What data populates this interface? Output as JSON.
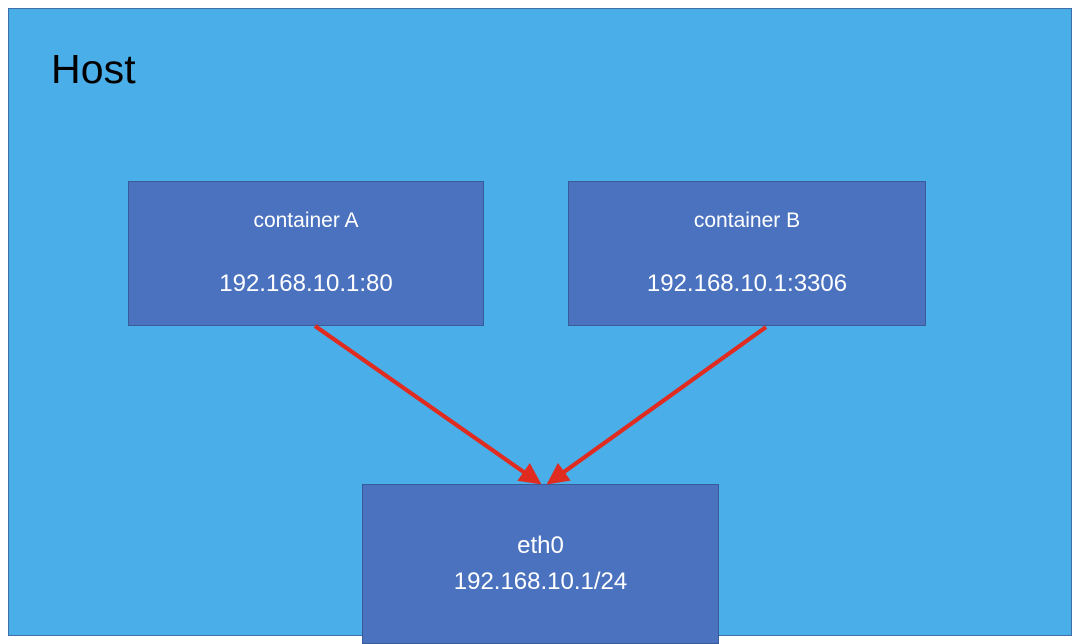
{
  "diagram": {
    "title": "Host",
    "host": {
      "label": "Host",
      "fill_color": "#4aaee8",
      "border_color": "#3f6fa8",
      "title_color": "#000000"
    },
    "nodes": [
      {
        "id": "container-a",
        "name": "container A",
        "address": "192.168.10.1:80",
        "fill_color": "#4a72bf",
        "border_color": "#3a5b99",
        "text_color": "#ffffff"
      },
      {
        "id": "container-b",
        "name": "container B",
        "address": "192.168.10.1:3306",
        "fill_color": "#4a72bf",
        "border_color": "#3a5b99",
        "text_color": "#ffffff"
      },
      {
        "id": "eth0",
        "name": "eth0",
        "address": "192.168.10.1/24",
        "fill_color": "#4a72bf",
        "border_color": "#3a5b99",
        "text_color": "#ffffff"
      }
    ],
    "connectors": [
      {
        "id": "arrow-container-a-to-eth0",
        "from": "container A",
        "to": "eth0",
        "color": "#e02b20",
        "style": "solid-arrow"
      },
      {
        "id": "arrow-container-b-to-eth0",
        "from": "container B",
        "to": "eth0",
        "color": "#e02b20",
        "style": "solid-arrow"
      }
    ]
  }
}
